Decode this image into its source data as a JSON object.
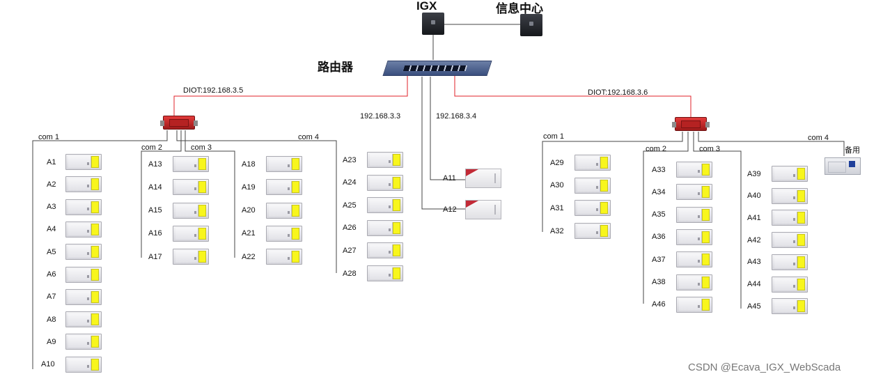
{
  "top": {
    "igx_label": "IGX",
    "info_center_label": "信息中心",
    "router_label": "路由器"
  },
  "links": {
    "left_diot": "DIOT:192.168.3.5",
    "right_diot": "DIOT:192.168.3.6",
    "ip_a11": "192.168.3.3",
    "ip_a12": "192.168.3.4"
  },
  "ports": {
    "left_com1": "com 1",
    "left_com2": "com 2",
    "left_com3": "com 3",
    "left_com4": "com 4",
    "right_com1": "com 1",
    "right_com2": "com 2",
    "right_com3": "com 3",
    "right_com4": "com 4"
  },
  "spare_label": "备用",
  "groups": {
    "left_com1": [
      "A1",
      "A2",
      "A3",
      "A4",
      "A5",
      "A6",
      "A7",
      "A8",
      "A9",
      "A10"
    ],
    "left_com2": [
      "A13",
      "A14",
      "A15",
      "A16",
      "A17"
    ],
    "left_com3": [
      "A18",
      "A19",
      "A20",
      "A21",
      "A22"
    ],
    "left_com4": [
      "A23",
      "A24",
      "A25",
      "A26",
      "A27",
      "A28"
    ],
    "direct": [
      "A11",
      "A12"
    ],
    "right_com1": [
      "A29",
      "A30",
      "A31",
      "A32"
    ],
    "right_com2": [
      "A33",
      "A34",
      "A35",
      "A36",
      "A37",
      "A38",
      "A46"
    ],
    "right_com3": [
      "A39",
      "A40",
      "A41",
      "A42",
      "A43",
      "A44",
      "A45"
    ]
  },
  "colors": {
    "link_red": "#e0202a",
    "line_gray": "#444444",
    "panel_yellow": "#f8f61d"
  },
  "watermark": "CSDN @Ecava_IGX_WebScada"
}
